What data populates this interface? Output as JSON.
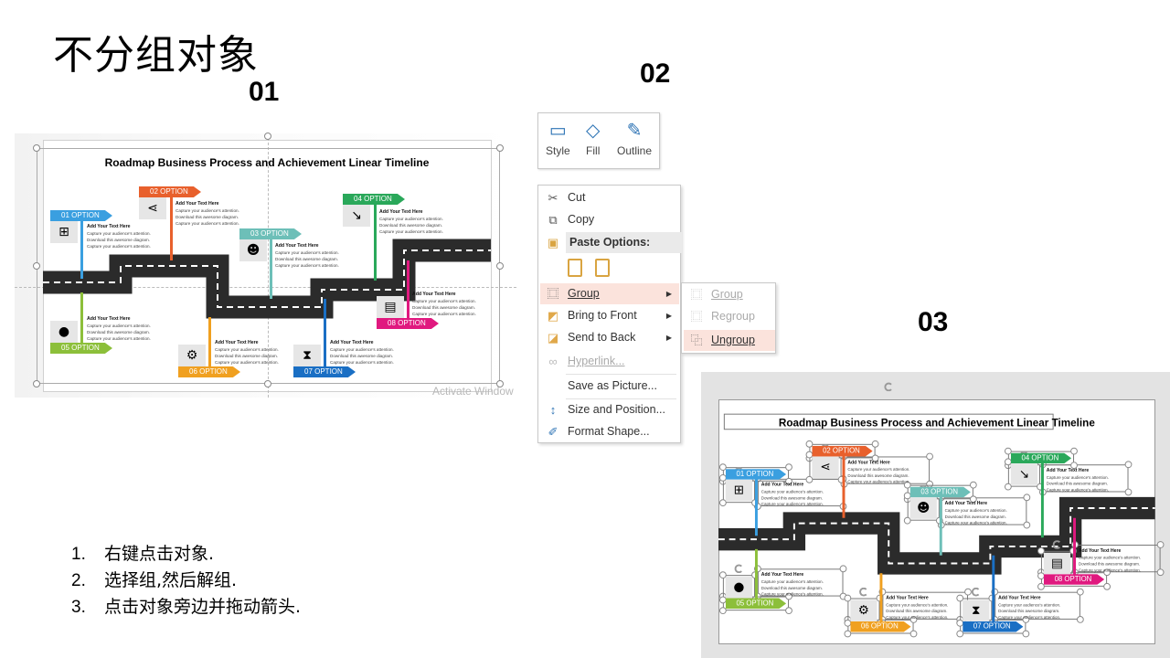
{
  "slide_title": "不分组对象",
  "step_numbers": {
    "one": "01",
    "two": "02",
    "three": "03"
  },
  "steps": [
    {
      "index": "1.",
      "text": "右键点击对象."
    },
    {
      "index": "2.",
      "text": "选择组,然后解组."
    },
    {
      "index": "3.",
      "text": "点击对象旁边并拖动箭头."
    }
  ],
  "diagram": {
    "title": "Roadmap Business Process and Achievement Linear Timeline",
    "options": [
      {
        "label": "01 OPTION",
        "color": "#3a9fe0",
        "icon": "org-chart-icon",
        "glyph": "⊞",
        "heading": "Add Your Text Here",
        "lines": [
          "Capture your audience's attention.",
          "Download this awesome diagram.",
          "Capture your audience's attention."
        ]
      },
      {
        "label": "02 OPTION",
        "color": "#e8602c",
        "icon": "share-icon",
        "glyph": "⋖",
        "heading": "Add Your Text Here",
        "lines": [
          "Capture your audience's attention.",
          "Download this awesome diagram.",
          "Capture your audience's attention."
        ]
      },
      {
        "label": "03 OPTION",
        "color": "#6dbfb8",
        "icon": "speaker-icon",
        "glyph": "☻",
        "heading": "Add Your Text Here",
        "lines": [
          "Capture your audience's attention.",
          "Download this awesome diagram.",
          "Capture your audience's attention."
        ]
      },
      {
        "label": "04 OPTION",
        "color": "#2aa85a",
        "icon": "chart-down-icon",
        "glyph": "↘",
        "heading": "Add Your Text Here",
        "lines": [
          "Capture your audience's attention.",
          "Download this awesome diagram.",
          "Capture your audience's attention."
        ]
      },
      {
        "label": "05 OPTION",
        "color": "#8cbf3a",
        "icon": "lightbulb-icon",
        "glyph": "●",
        "heading": "Add Your Text Here",
        "lines": [
          "Capture your audience's attention.",
          "Download this awesome diagram.",
          "Capture your audience's attention."
        ]
      },
      {
        "label": "06 OPTION",
        "color": "#f0a020",
        "icon": "gear-icon",
        "glyph": "⚙",
        "heading": "Add Your Text Here",
        "lines": [
          "Capture your audience's attention.",
          "Download this awesome diagram.",
          "Capture your audience's attention."
        ]
      },
      {
        "label": "07 OPTION",
        "color": "#1a6fc4",
        "icon": "hourglass-icon",
        "glyph": "⧗",
        "heading": "Add Your Text Here",
        "lines": [
          "Capture your audience's attention.",
          "Download this awesome diagram.",
          "Capture your audience's attention."
        ]
      },
      {
        "label": "08 OPTION",
        "color": "#e0197f",
        "icon": "report-clock-icon",
        "glyph": "▤",
        "heading": "Add Your Text Here",
        "lines": [
          "Capture your audience's attention.",
          "Download this awesome diagram.",
          "Capture your audience's attention."
        ]
      }
    ]
  },
  "watermark": "Activate Window",
  "mini_toolbar": {
    "style": "Style",
    "fill": "Fill",
    "outline": "Outline"
  },
  "context_menu": {
    "cut": "Cut",
    "copy": "Copy",
    "paste_options": "Paste Options:",
    "group": "Group",
    "bring_to_front": "Bring to Front",
    "send_to_back": "Send to Back",
    "hyperlink": "Hyperlink...",
    "save_as_picture": "Save as Picture...",
    "size_position": "Size and Position...",
    "format_shape": "Format Shape..."
  },
  "group_submenu": {
    "group": "Group",
    "regroup": "Regroup",
    "ungroup": "Ungroup"
  }
}
